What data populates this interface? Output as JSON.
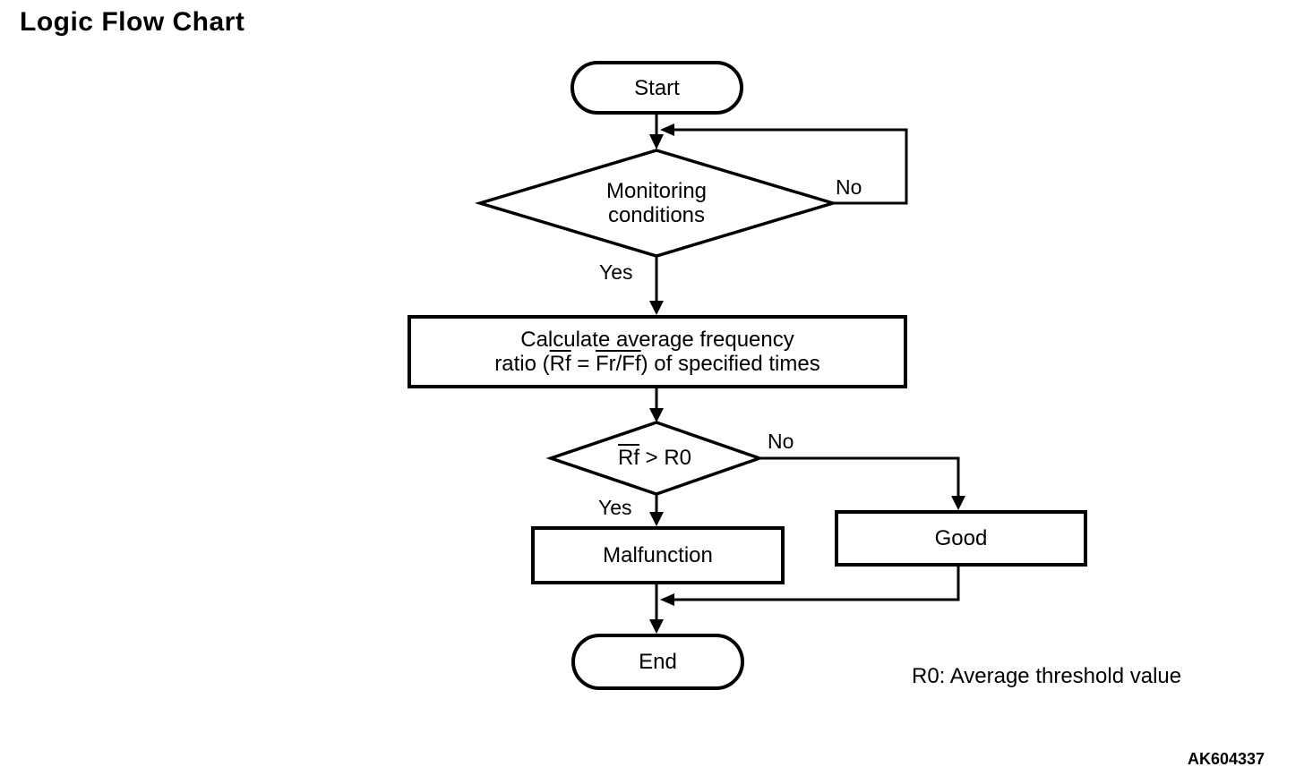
{
  "title": "Logic Flow Chart",
  "nodes": {
    "start": "Start",
    "monitoring": "Monitoring\nconditions",
    "calc_line1": "Calculate average frequency",
    "calc_line2": {
      "pre": "ratio (",
      "rf": "Rf",
      "eq": " = ",
      "frff": "Fr/Ff",
      "post": ") of specified times"
    },
    "decision2": {
      "rf": "Rf",
      "rest": " > R0"
    },
    "malfunction": "Malfunction",
    "good": "Good",
    "end": "End"
  },
  "labels": {
    "no1": "No",
    "yes1": "Yes",
    "no2": "No",
    "yes2": "Yes"
  },
  "note": "R0: Average threshold value",
  "code": "AK604337",
  "colors": {
    "line": "#000000",
    "text": "#000000",
    "background": "#ffffff"
  }
}
